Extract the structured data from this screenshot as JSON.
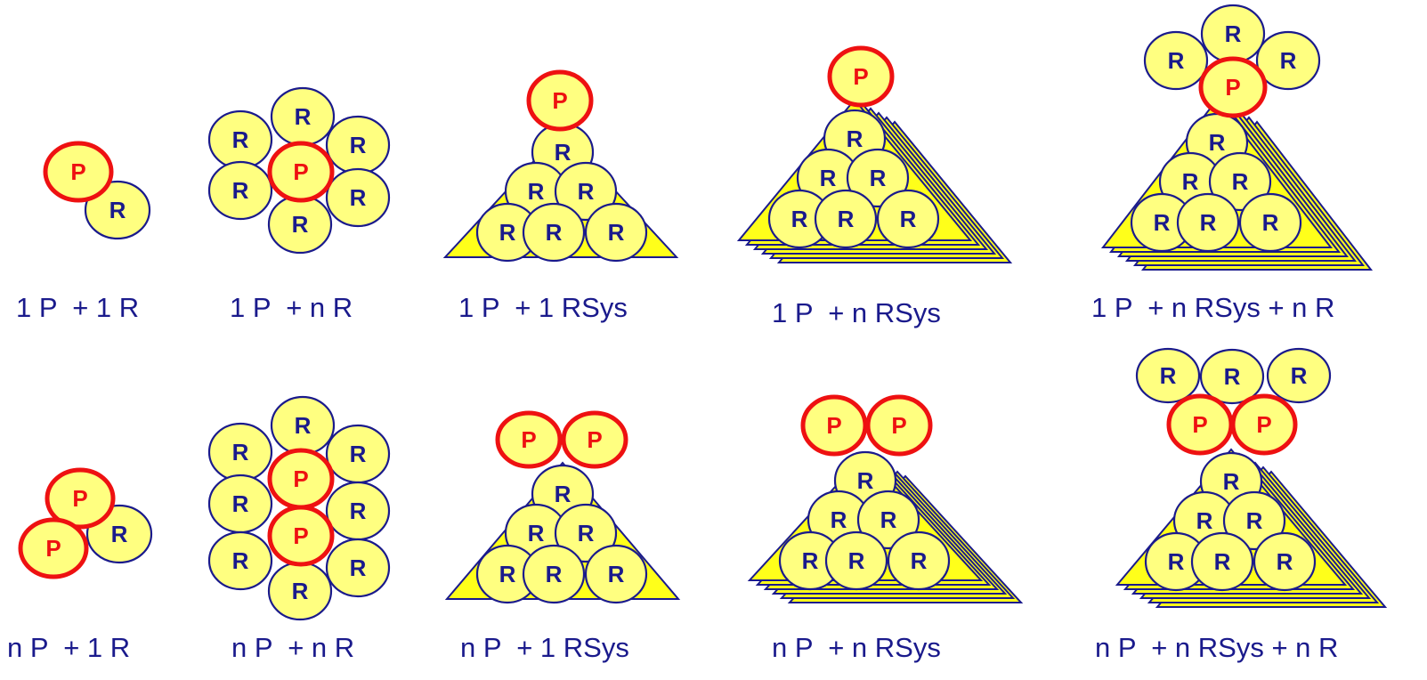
{
  "labels": {
    "producer": "P",
    "resource": "R"
  },
  "colors": {
    "circle_fill": "#FFFF80",
    "triangle_fill": "#FFFF1A",
    "producer_ring": "#EE1111",
    "resource_ring": "#1A1A8C",
    "producer_text": "#EE1111",
    "resource_text": "#1A1A8C"
  },
  "captions": {
    "p1_r1": "1 P  + 1 R",
    "p1_rn": "1 P  + n R",
    "p1_rsys1": "1 P  + 1 RSys",
    "p1_rsysn": "1 P  + n RSys",
    "p1_rsysn_rn": "1 P  + n RSys + n R",
    "pn_r1": "n P  + 1 R",
    "pn_rn": "n P  + n R",
    "pn_rsys1": "n P  + 1 RSys",
    "pn_rsysn": "n P  + n RSys",
    "pn_rsysn_rn": "n P  + n RSys + n R"
  }
}
